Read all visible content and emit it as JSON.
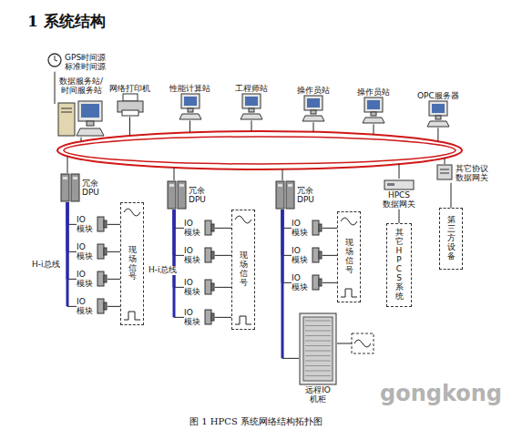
{
  "diagram": {
    "title": "1 系统结构",
    "caption": "图 1 HPCS 系统网络结构拓扑图",
    "nodes": [
      {
        "text": [
          "GPS时间源 标准时间源"
        ]
      },
      {
        "text": [
          "数据服务站/ 时间服务站"
        ]
      },
      {
        "text": [
          "网络打印机"
        ]
      },
      {
        "text": [
          "性能计算站"
        ]
      },
      {
        "text": [
          "工程师站"
        ]
      },
      {
        "text": [
          "操作员站"
        ]
      },
      {
        "text": [
          "操作员站"
        ]
      },
      {
        "text": [
          "OPC服务器"
        ]
      },
      {
        "text": [
          "冗余 DPU"
        ]
      },
      {
        "text": [
          "IO 模块"
        ]
      },
      {
        "text": [
          "IO 模块"
        ]
      },
      {
        "text": [
          "IO 模块"
        ]
      },
      {
        "text": [
          "IO 模块"
        ]
      },
      {
        "text": [
          "现场信号"
        ]
      },
      {
        "text": [
          "冗余 DPU"
        ]
      },
      {
        "text": [
          "IO 模块"
        ]
      },
      {
        "text": [
          "IO 模块"
        ]
      },
      {
        "text": [
          "IO 模块"
        ]
      },
      {
        "text": [
          "IO 模块"
        ]
      },
      {
        "text": [
          "现场信号"
        ]
      },
      {
        "text": [
          "冗余 DPU"
        ]
      },
      {
        "text": [
          "IO 模块"
        ]
      },
      {
        "text": [
          "IO 模块"
        ]
      },
      {
        "text": [
          "IO 模块"
        ]
      },
      {
        "text": [
          "现场信号"
        ]
      },
      {
        "text": [
          "远程IO 机柜"
        ]
      },
      {
        "text": [
          "HPCS 数据网关"
        ]
      },
      {
        "text": [
          "其它HPCS系统"
        ]
      },
      {
        "text": [
          "其它协议 数据网关"
        ]
      },
      {
        "text": [
          "第三方设备"
        ]
      }
    ],
    "edges": [
      {
        "from": 8,
        "to": 9,
        "arrow": "none"
      },
      {
        "from": 8,
        "to": 10,
        "arrow": "none"
      },
      {
        "from": 8,
        "to": 11,
        "arrow": "none"
      },
      {
        "from": 8,
        "to": 12,
        "arrow": "none"
      },
      {
        "from": 9,
        "to": 13,
        "arrow": "none"
      },
      {
        "from": 10,
        "to": 13,
        "arrow": "none"
      },
      {
        "from": 11,
        "to": 13,
        "arrow": "none"
      },
      {
        "from": 12,
        "to": 13,
        "arrow": "none"
      },
      {
        "from": 14,
        "to": 15,
        "arrow": "none"
      },
      {
        "from": 14,
        "to": 16,
        "arrow": "none"
      },
      {
        "from": 14,
        "to": 17,
        "arrow": "none"
      },
      {
        "from": 14,
        "to": 18,
        "arrow": "none"
      },
      {
        "from": 15,
        "to": 19,
        "arrow": "none"
      },
      {
        "from": 16,
        "to": 19,
        "arrow": "none"
      },
      {
        "from": 17,
        "to": 19,
        "arrow": "none"
      },
      {
        "from": 18,
        "to": 19,
        "arrow": "none"
      },
      {
        "from": 20,
        "to": 21,
        "arrow": "none"
      },
      {
        "from": 20,
        "to": 22,
        "arrow": "none"
      },
      {
        "from": 20,
        "to": 23,
        "arrow": "none"
      },
      {
        "from": 20,
        "to": 25,
        "arrow": "none"
      },
      {
        "from": 21,
        "to": 24,
        "arrow": "none"
      },
      {
        "from": 22,
        "to": 24,
        "arrow": "none"
      },
      {
        "from": 23,
        "to": 24,
        "arrow": "none"
      },
      {
        "from": 26,
        "to": 27,
        "arrow": "none"
      },
      {
        "from": 28,
        "to": 29,
        "arrow": "none"
      }
    ],
    "labels": [
      "H-i总线",
      "H-i总线",
      "gongkong"
    ]
  }
}
